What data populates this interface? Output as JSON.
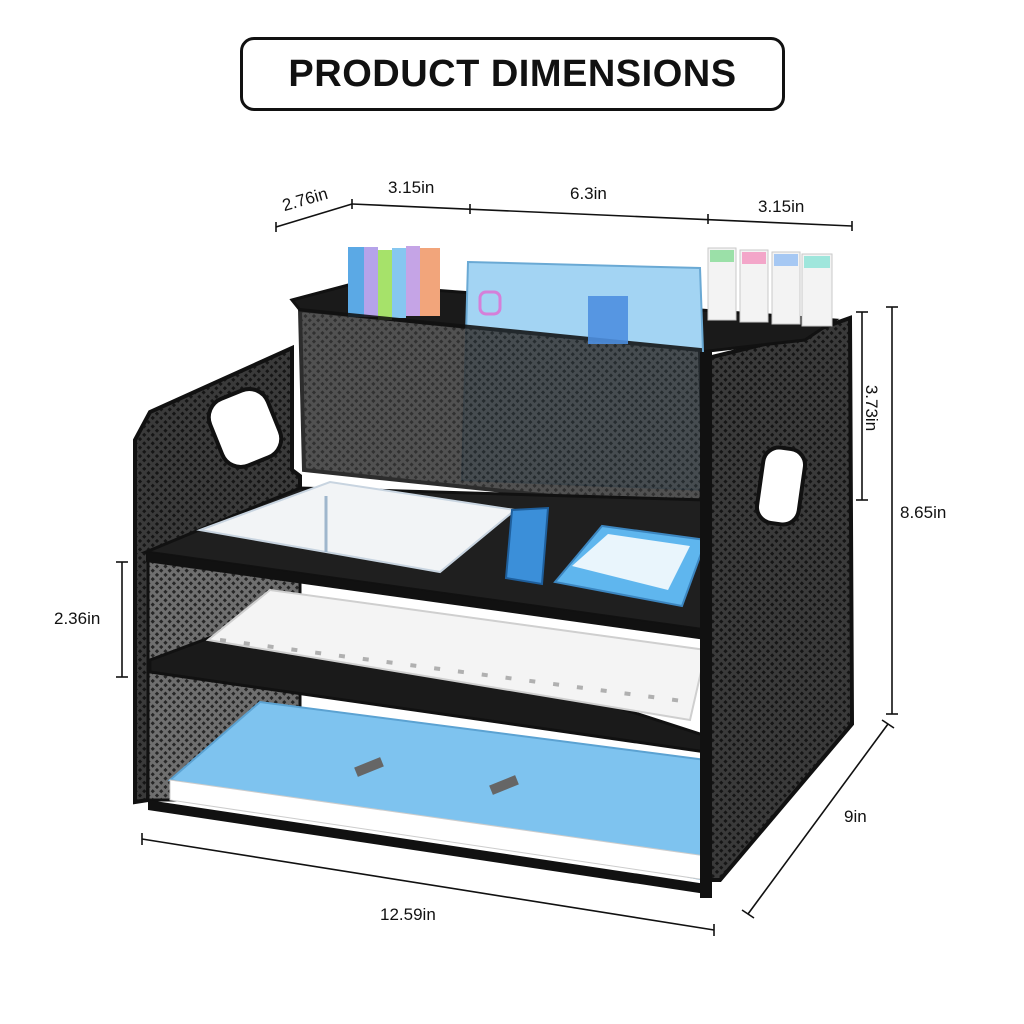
{
  "title": "PRODUCT DIMENSIONS",
  "dimensions": {
    "depth_side": "2.76in",
    "left_compartment": "3.15in",
    "middle_compartment": "6.3in",
    "right_compartment": "3.15in",
    "top_compartment_height": "3.73in",
    "total_height": "8.65in",
    "shelf_gap": "2.36in",
    "width": "12.59in",
    "depth": "9in"
  },
  "colors": {
    "mesh": "#2b2b2b",
    "frame": "#111111",
    "file_blue": "#7ec3ef",
    "notebook": "#f2f4f6",
    "stapler": "#3b8fd9",
    "calculator": "#5fb6ee",
    "dimension_line": "#111111"
  },
  "product": {
    "name": "desk-organizer",
    "items": [
      "highlighters",
      "markers",
      "file-folder",
      "binder-clips",
      "notebook",
      "pen",
      "stapler",
      "calculator",
      "spiral-notebook",
      "letter-paper-tray"
    ]
  }
}
